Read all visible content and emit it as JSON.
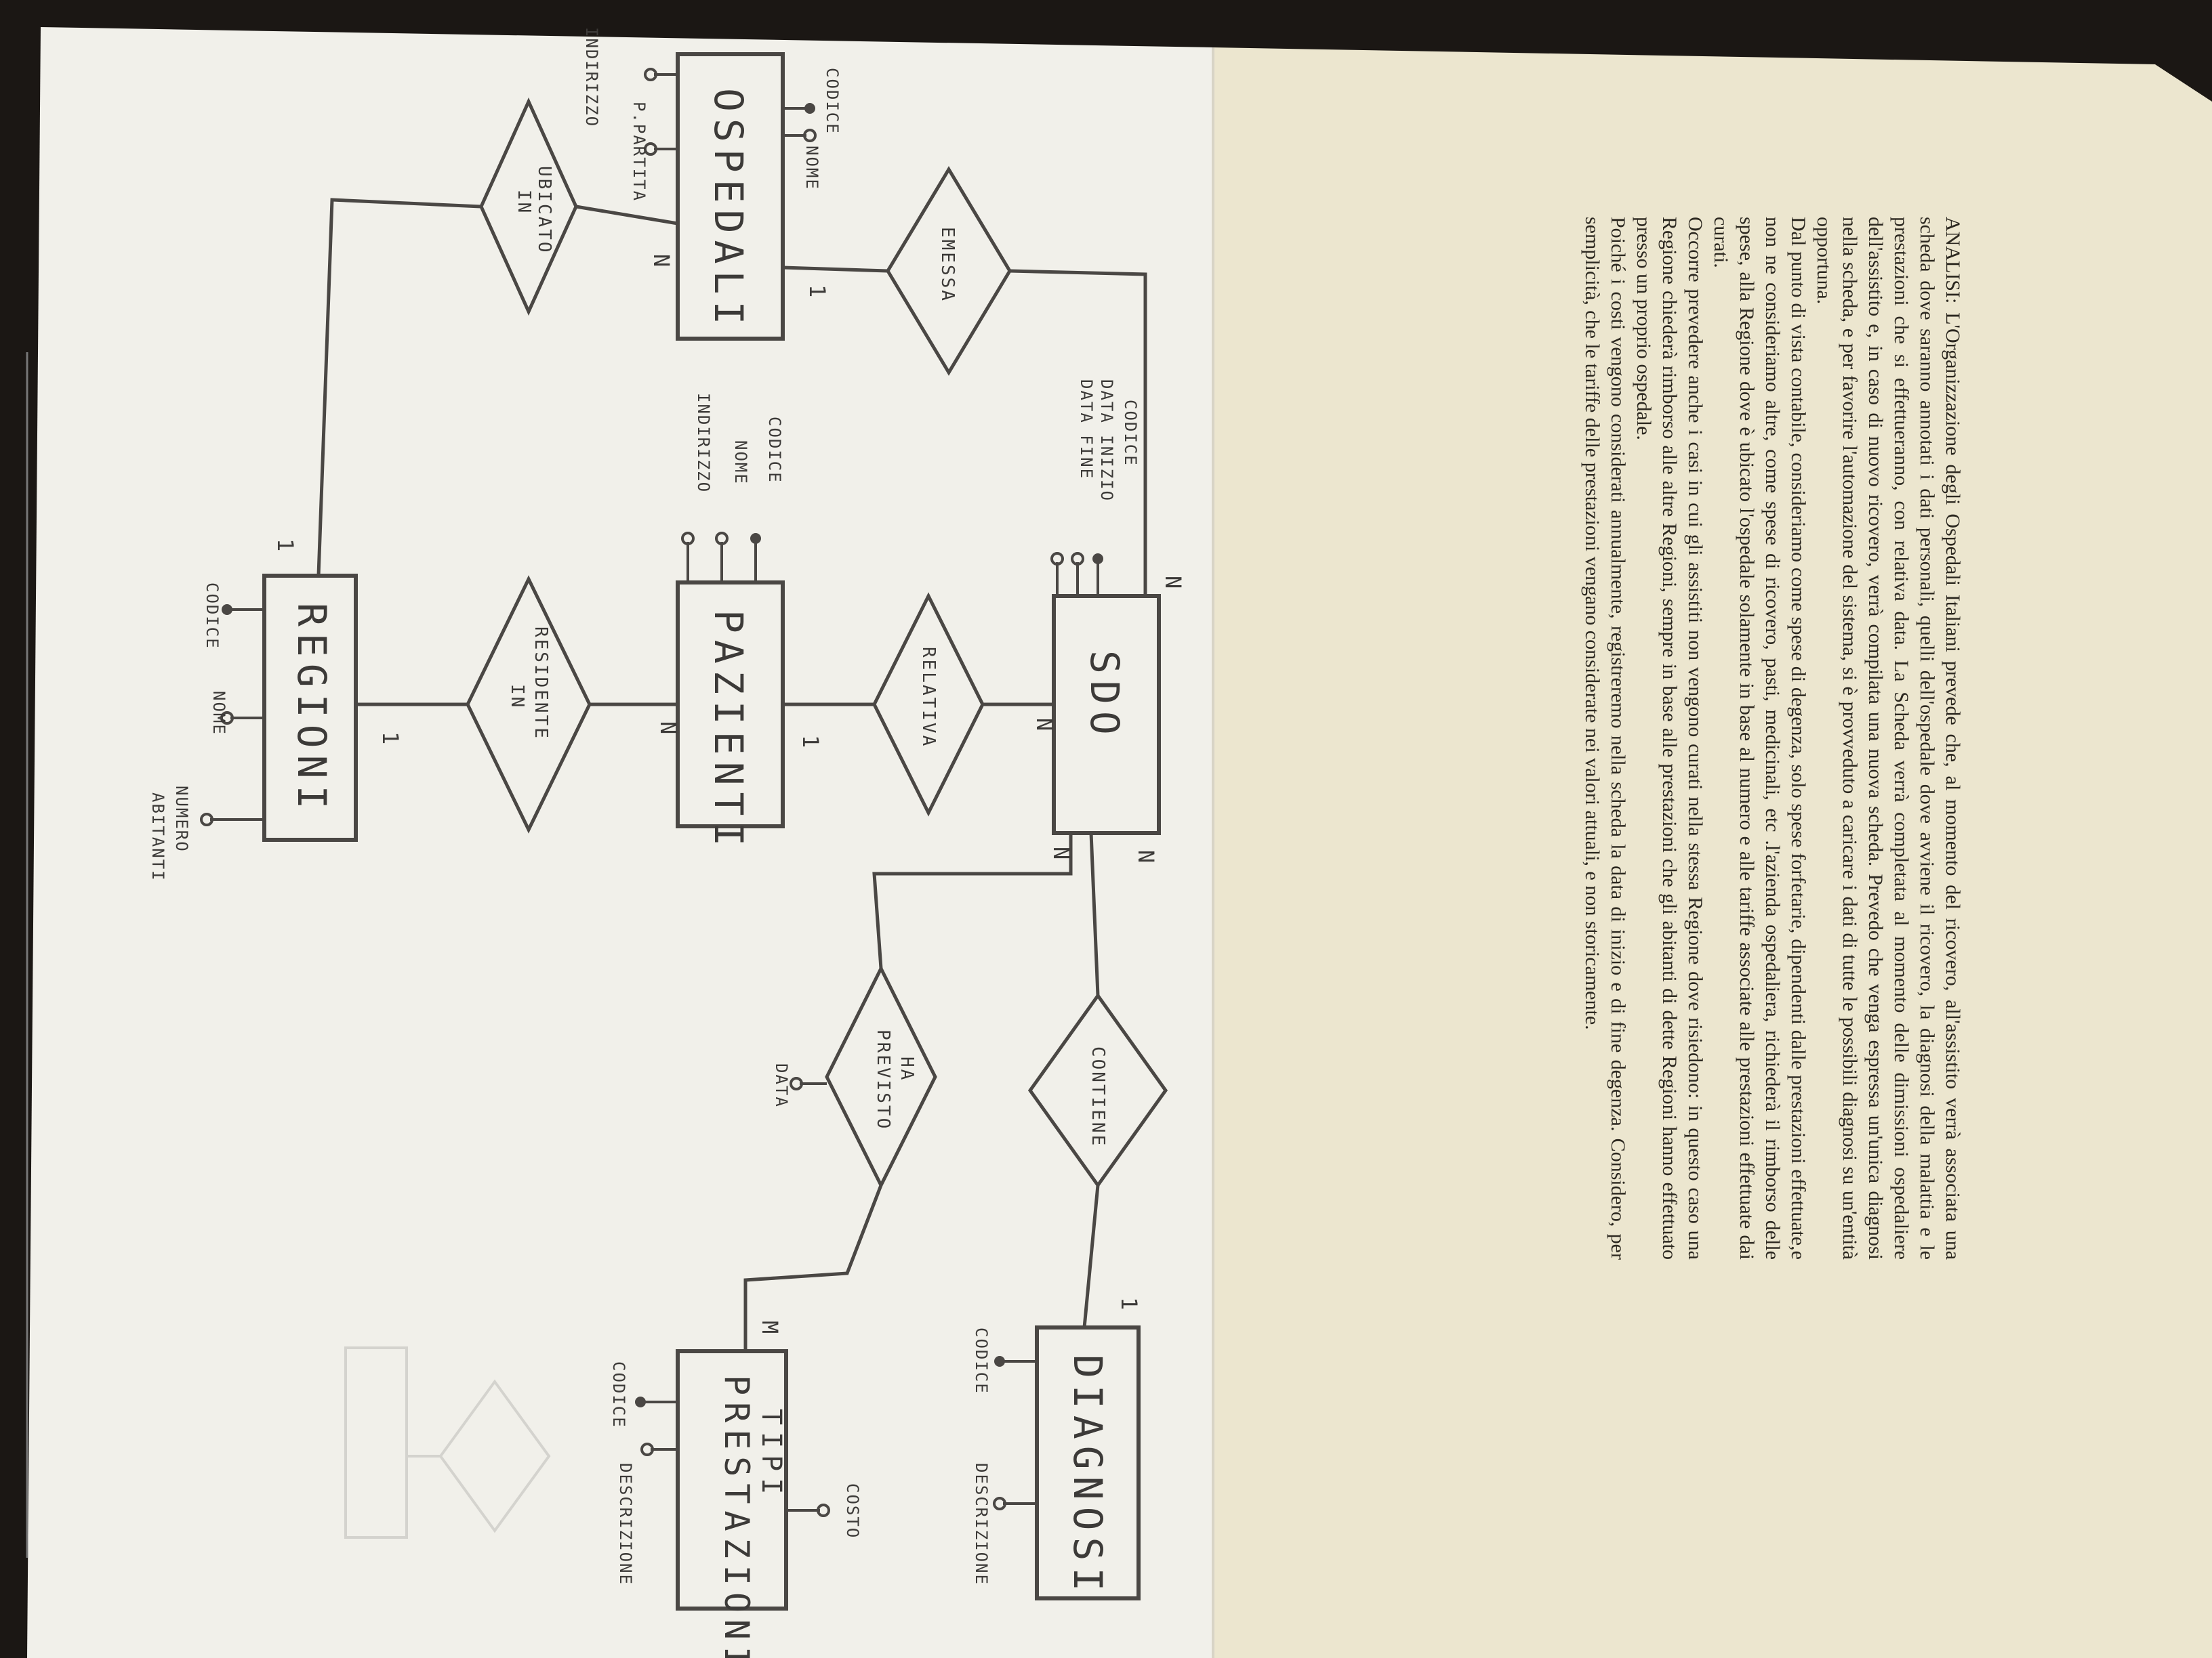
{
  "diagram": {
    "entities": {
      "ospedali": "OSPEDALI",
      "sdo": "SDO",
      "diagnosi": "DIAGNOSI",
      "pazienti": "PAZIENTI",
      "regioni": "REGIONI",
      "tipi_prestazioni_line1": "TIPI",
      "tipi_prestazioni_line2": "PRESTAZIONI"
    },
    "relationships": {
      "emessa": "EMESSA",
      "ubicato_in_line1": "UBICATO",
      "ubicato_in_line2": "IN",
      "relativa": "RELATIVA",
      "contiene": "CONTIENE",
      "ha_previsto_line1": "HA",
      "ha_previsto_line2": "PREVISTO",
      "residente_in_line1": "RESIDENTE",
      "residente_in_line2": "IN"
    },
    "attributes": {
      "ospedali_codice": "CODICE",
      "ospedali_nome": "NOME",
      "ospedali_partita_iva": "P.PARTITA",
      "ospedali_indirizzo": "INDIRIZZO",
      "sdo_codice": "CODICE",
      "sdo_data_inizio": "DATA INIZIO",
      "sdo_data_fine": "DATA FINE",
      "pazienti_codice": "CODICE",
      "pazienti_nome": "NOME",
      "pazienti_indirizzo": "INDIRIZZO",
      "regioni_codice": "CODICE",
      "regioni_nome": "NOME",
      "regioni_numero_abitanti_line1": "NUMERO",
      "regioni_numero_abitanti_line2": "ABITANTI",
      "diagnosi_codice": "CODICE",
      "diagnosi_descrizione": "DESCRIZIONE",
      "prestazioni_codice": "CODICE",
      "prestazioni_costo": "COSTO",
      "prestazioni_descrizione": "DESCRIZIONE",
      "ha_previsto_data": "DATA"
    },
    "cardinalities": {
      "ospedali_ubicato": "N",
      "ospedali_emessa": "1",
      "sdo_emessa": "N",
      "sdo_relativa": "N",
      "sdo_contiene": "N",
      "sdo_ha_previsto": "N",
      "pazienti_relativa": "1",
      "pazienti_residente": "N",
      "regioni_residente": "1",
      "regioni_ubicato": "1",
      "diagnosi_contiene": "1",
      "prestazioni_ha_previsto": "M"
    }
  },
  "analysis_text": {
    "heading": "ANALISI:",
    "paragraphs": [
      "L'Organizzazione degli Ospedali Italiani prevede che, al momento del ricovero, all'assistito verrà associata una scheda dove saranno annotati i dati personali, quelli dell'ospedale dove avviene il ricovero, la diagnosi della malattia e le prestazioni che si effettueranno, con relativa data. La Scheda verrà completata al momento delle dimissioni ospedaliere dell'assistito e, in caso di nuovo ricovero, verrà compilata una nuova scheda. Prevedo che venga espressa un'unica diagnosi nella scheda, e per favorire l'automazione del sistema, si è provveduto a caricare i dati di tutte le possibili diagnosi su un'entità opportuna.",
      "Dal punto di vista contabile, consideriamo come spese di degenza, solo spese forfetarie, dipendenti dalle prestazioni effettuate,e non ne consideriamo altre, come spese di ricovero, pasti, medicinali, etc .l'azienda ospedaliera, richiederà il rimborso delle spese, alla Regione dove è ubicato l'ospedale solamente in base al numero e alle tariffe associate alle prestazioni effettuate dai curati.",
      "Occorre prevedere anche i casi in cui gli assistiti non vengono curati nella stessa Regione dove risiedono: in questo caso una Regione chiederà rimborso alle altre Regioni, sempre in base alle prestazioni che gli abitanti di dette Regioni hanno effettuato presso un proprio ospedale.",
      "Poiché i costi vengono considerati annualmente, registreremo nella scheda la data di inizio e di fine degenza. Considero, per semplicità, che le tariffe delle prestazioni vengano considerate nei valori attuali, e non storicamente."
    ]
  },
  "colors": {
    "background": "#1b1714",
    "paper_left": "#f1f0ea",
    "paper_right": "#ece6cf",
    "ink": "#4a4744"
  }
}
